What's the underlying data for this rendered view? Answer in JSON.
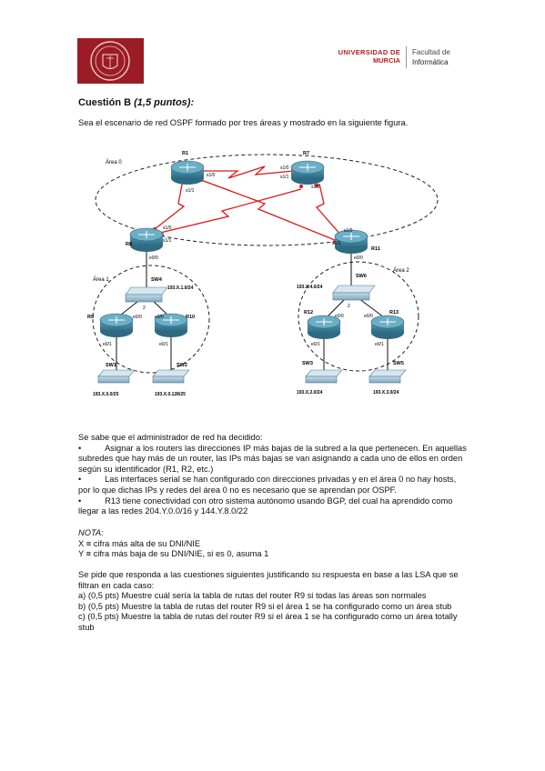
{
  "header": {
    "university_line1": "UNIVERSIDAD DE",
    "university_line2": "MURCIA",
    "faculty_line1": "Facultad de",
    "faculty_line2": "Informática"
  },
  "title": {
    "main": "Cuestión B",
    "points": "(1,5 puntos):"
  },
  "intro": "Sea el escenario de red OSPF formado por tres áreas y mostrado en la siguiente figura.",
  "diagram": {
    "area0": "Área 0",
    "area1": "Área 1",
    "area2": "Área 2",
    "routers": [
      "R1",
      "R7",
      "R8",
      "R11",
      "R9",
      "R10",
      "R12",
      "R13"
    ],
    "switches": [
      "SW4",
      "SW6",
      "SW1",
      "SW2",
      "SW3",
      "SW5"
    ],
    "iface": {
      "r1_s10": "s1/0",
      "r1_s11": "s1/1",
      "r7_s10": "s1/0",
      "r7_s11": "s1/1",
      "r7_s12": "s1/2",
      "r8_s10": "s1/0",
      "r8_s11": "s1/1",
      "r8_e00": "e0/0",
      "r11_s10": "s1/0",
      "r11_s11": "s1/1",
      "r11_e00": "e0/0",
      "r9_e00": "e0/0",
      "r9_e01": "e0/1",
      "r10_e00": "e0/0",
      "r10_e01": "e0/1",
      "r12_e00": "e0/0",
      "r12_e01": "e0/1",
      "r13_e00": "e0/0",
      "r13_e01": "e0/1",
      "sw4_num": "2",
      "sw6_num": "2"
    },
    "nets": {
      "sw4": "193.X.1.0/24",
      "sw6": "193.X.4.0/24",
      "sw1": "193.X.0.0/25",
      "sw2": "193.X.0.128/25",
      "sw3": "193.X.2.0/24",
      "sw5": "193.X.3.0/24"
    }
  },
  "body": {
    "p1": "Se sabe que el administrador de red ha decidido:",
    "b1_bullet": "•",
    "b1": "Asignar a los routers las direcciones IP más bajas de la subred a la que pertenecen. En aquellas subredes que hay más de un router, las IPs más bajas se van asignando a cada uno de ellos en orden según su identificador (R1, R2, etc.)",
    "b2_bullet": "•",
    "b2": "Las interfaces serial se han configurado con direcciones privadas y en el área 0 no hay hosts, por lo que dichas IPs y redes del área 0 no es necesario que se aprendan por OSPF.",
    "b3_bullet": "•",
    "b3": "R13 tiene conectividad con otro sistema autónomo usando BGP, del cual ha aprendido como llegar a las redes 204.Y.0.0/16 y 144.Y.8.0/22"
  },
  "note": {
    "heading": "NOTA:",
    "x": "X ≡ cifra más alta de su DNI/NIE",
    "y": "Y ≡ cifra más baja de su DNI/NIE, si es 0, asuma 1"
  },
  "questions": {
    "intro": "Se pide que responda a las cuestiones siguientes justificando su respuesta en base a las LSA que se filtran en cada caso:",
    "a": "a) (0,5 pts) Muestre cuál sería la tabla de rutas del router R9 si todas las áreas son normales",
    "b": "b) (0,5 pts) Muestre la tabla de rutas del router R9 si el área 1 se ha configurado como un área stub",
    "c": "c) (0,5 pts) Muestre la tabla de rutas del router R9 si el área 1 se ha configurado como un área totally stub"
  }
}
